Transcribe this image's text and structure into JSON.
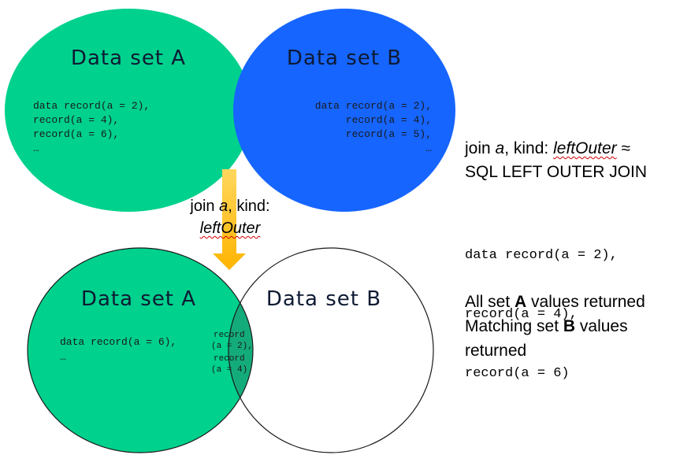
{
  "colors": {
    "set_a": "#00d18d",
    "set_b": "#1665ff",
    "intersection": "#14ab7a",
    "arrow_top": "#ffd75e",
    "arrow_bottom": "#ffb400"
  },
  "top_left": {
    "title": "Data set A",
    "lines": [
      "data record(a = 2),",
      "record(a = 4),",
      "record(a = 6),",
      "…"
    ]
  },
  "top_right": {
    "title": "Data set B",
    "lines": [
      "data record(a = 2),",
      "record(a = 4),",
      "record(a = 5),",
      "…"
    ]
  },
  "arrow_label": {
    "prefix": "join ",
    "var": "a",
    "middle": ", kind:",
    "kind": "leftOuter"
  },
  "bottom_left": {
    "title": "Data set A",
    "lines": [
      "data record(a = 6),",
      "…"
    ]
  },
  "bottom_right": {
    "title": "Data set B"
  },
  "intersection_text": {
    "lines": [
      "record",
      "(a = 2),",
      "record",
      "(a = 4)"
    ]
  },
  "side_panel": {
    "join_prefix": "join ",
    "join_var": "a",
    "join_middle": ", kind: ",
    "join_kind": "leftOuter",
    "join_suffix": " ≈",
    "sql_line": "SQL LEFT OUTER JOIN",
    "code_lines": [
      "data record(a = 2),",
      "record(a = 4),",
      "record(a = 6)"
    ],
    "summary1_prefix": "All set ",
    "summary1_bold": "A",
    "summary1_suffix": " values returned",
    "summary2_prefix": "Matching set ",
    "summary2_bold": "B",
    "summary2_suffix": " values returned"
  }
}
